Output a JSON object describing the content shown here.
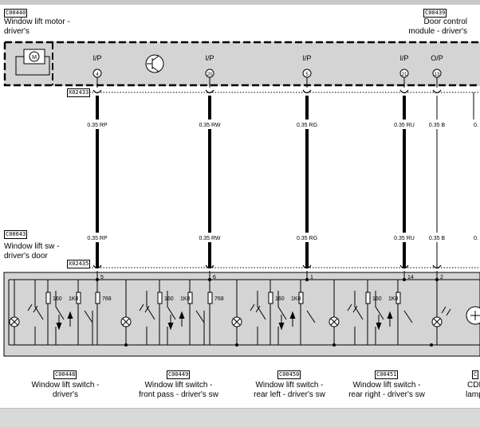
{
  "components": {
    "motor": {
      "code": "C00440",
      "name_line1": "Window lift motor -",
      "name_line2": "driver's"
    },
    "dcm": {
      "code": "C00439",
      "name_line1": "Door control",
      "name_line2": "module - driver's"
    },
    "switch_pack": {
      "code": "C00643",
      "name_line1": "Window lift sw -",
      "name_line2": "driver's door"
    },
    "sw_driver": {
      "code": "C00448",
      "name_line1": "Window lift switch -",
      "name_line2": "driver's"
    },
    "sw_front_pass": {
      "code": "C00449",
      "name_line1": "Window lift switch -",
      "name_line2": "front pass - driver's sw"
    },
    "sw_rear_left": {
      "code": "C00450",
      "name_line1": "Window lift switch -",
      "name_line2": "rear left - driver's sw"
    },
    "sw_rear_right": {
      "code": "C00451",
      "name_line1": "Window lift switch -",
      "name_line2": "rear right - driver's sw"
    },
    "cdl": {
      "code": "C",
      "name_line1": "CDL",
      "name_line2": "lamp -"
    }
  },
  "connectors": {
    "top": "X02433",
    "bottom": "X02435"
  },
  "pins": [
    {
      "io": "I/P",
      "num": "4",
      "wire_top": "0.35 RP",
      "wire_bottom": "0.35 RP",
      "lower_pin": "5"
    },
    {
      "io": "I/P",
      "num": "20",
      "wire_top": "0.35 RW",
      "wire_bottom": "0.35 RW",
      "lower_pin": "6"
    },
    {
      "io": "I/P",
      "num": "5",
      "wire_top": "0.35 RG",
      "wire_bottom": "0.35 RG",
      "lower_pin": "1"
    },
    {
      "io": "I/P",
      "num": "21",
      "wire_top": "0.35 RU",
      "wire_bottom": "0.35 RU",
      "lower_pin": "14"
    },
    {
      "io": "O/P",
      "num": "13",
      "wire_top": "0.35 B",
      "wire_bottom": "0.35 B",
      "lower_pin": "2"
    }
  ],
  "extra_wire": {
    "top": "0.",
    "bottom": "0."
  },
  "resistors": {
    "r160": "160",
    "r1k8": "1K8",
    "r768": "768"
  }
}
